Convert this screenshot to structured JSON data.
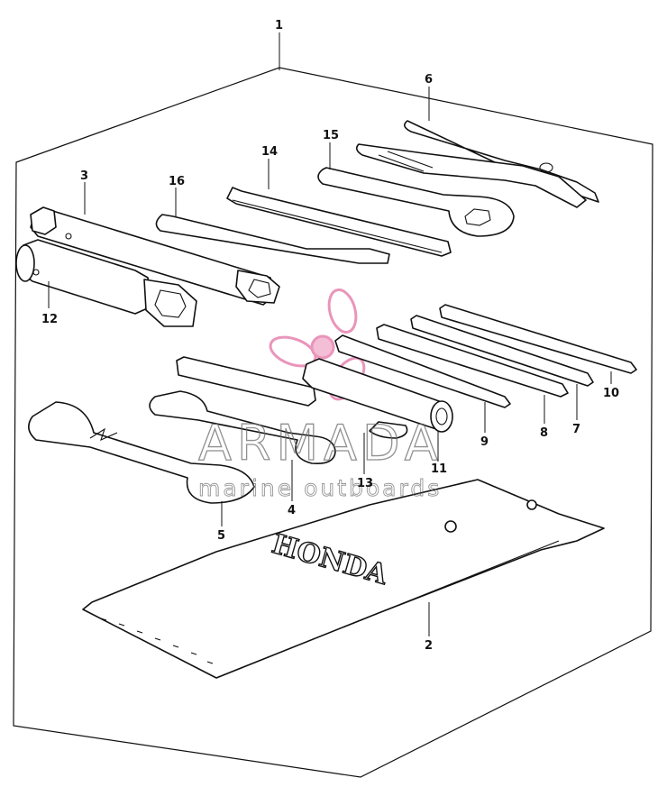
{
  "parts": [
    {
      "id": "part-1",
      "label": "1"
    },
    {
      "id": "part-2",
      "label": "2"
    },
    {
      "id": "part-3",
      "label": "3"
    },
    {
      "id": "part-4",
      "label": "4"
    },
    {
      "id": "part-5",
      "label": "5"
    },
    {
      "id": "part-6",
      "label": "6"
    },
    {
      "id": "part-7",
      "label": "7"
    },
    {
      "id": "part-8",
      "label": "8"
    },
    {
      "id": "part-9",
      "label": "9"
    },
    {
      "id": "part-10",
      "label": "10"
    },
    {
      "id": "part-11",
      "label": "11"
    },
    {
      "id": "part-12",
      "label": "12"
    },
    {
      "id": "part-13",
      "label": "13"
    },
    {
      "id": "part-14",
      "label": "14"
    },
    {
      "id": "part-15",
      "label": "15"
    },
    {
      "id": "part-16",
      "label": "16"
    }
  ],
  "pouch": {
    "brand_text": "HONDA"
  },
  "watermark": {
    "title": "ARMADA",
    "subtitle": "marine outboards",
    "accent_color": "#e88ab4",
    "text_color": "#6b6b6b"
  },
  "colors": {
    "ink": "#111111",
    "paper": "#ffffff"
  }
}
